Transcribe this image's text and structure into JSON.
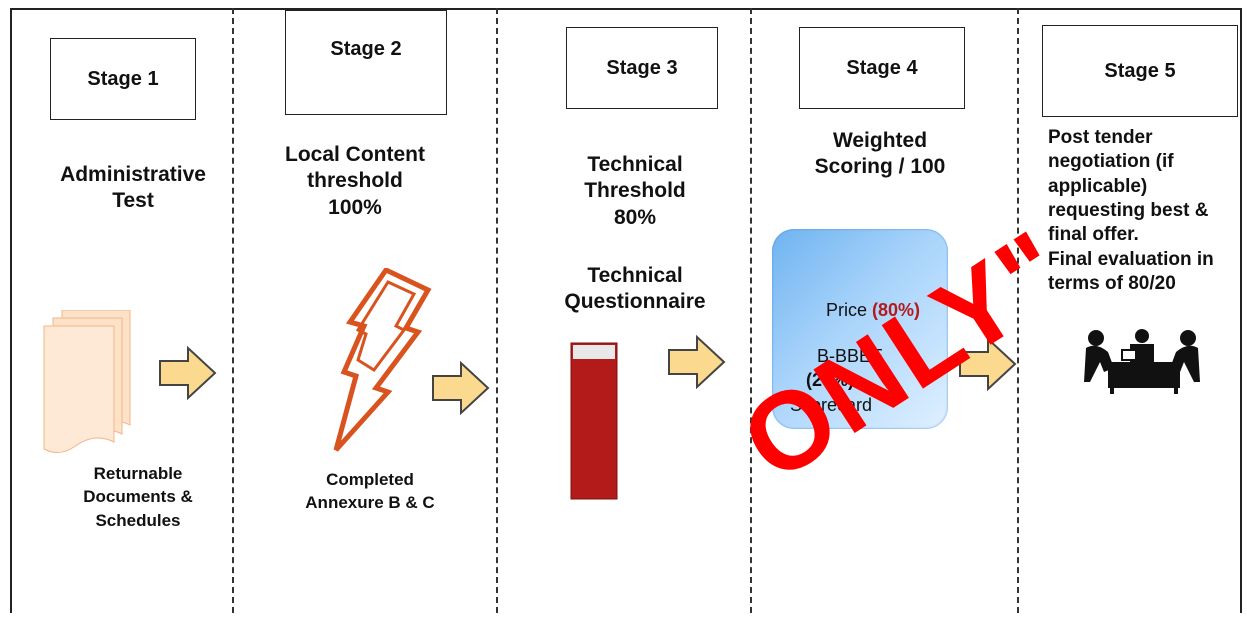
{
  "stages": [
    {
      "title": "Stage 1",
      "label": "Administrative Test",
      "caption_lines": [
        "Returnable",
        "Documents &",
        "Schedules"
      ]
    },
    {
      "title": "Stage 2",
      "label_lines": [
        "Local Content",
        "threshold",
        "100%"
      ],
      "caption_lines": [
        "Completed",
        "Annexure B & C"
      ]
    },
    {
      "title": "Stage 3",
      "label_lines": [
        "Technical",
        "Threshold",
        "80%"
      ],
      "sub_lines": [
        "Technical",
        "Questionnaire"
      ]
    },
    {
      "title": "Stage 4",
      "label_lines": [
        "Weighted",
        "Scoring / 100"
      ],
      "scorecard": {
        "price": "Price",
        "price_pct": "(80%)",
        "bbbee": "B-BBEE",
        "bbbee_pct": "(20%)",
        "scorecard": "Scorecard"
      }
    },
    {
      "title": "Stage 5",
      "label_lines": [
        "Post tender",
        "negotiation (if",
        "applicable)",
        "requesting best &",
        "final offer.",
        "Final evaluation in",
        "terms of 80/20"
      ]
    }
  ],
  "watermark": "ONLY\"",
  "icons": {
    "stage1": "document-stack-icon",
    "stage2": "lightning-bolt-icon",
    "stage3": "progress-bar-icon",
    "stage5": "meeting-table-icon",
    "arrow": "right-arrow-icon"
  },
  "colors": {
    "arrow_fill": "#fbd98f",
    "doc_fill": "#fde2c8",
    "bolt": "#d9531e",
    "bar": "#b31b1b",
    "scorecard": "#8fc4f6",
    "watermark": "#ff0000"
  }
}
